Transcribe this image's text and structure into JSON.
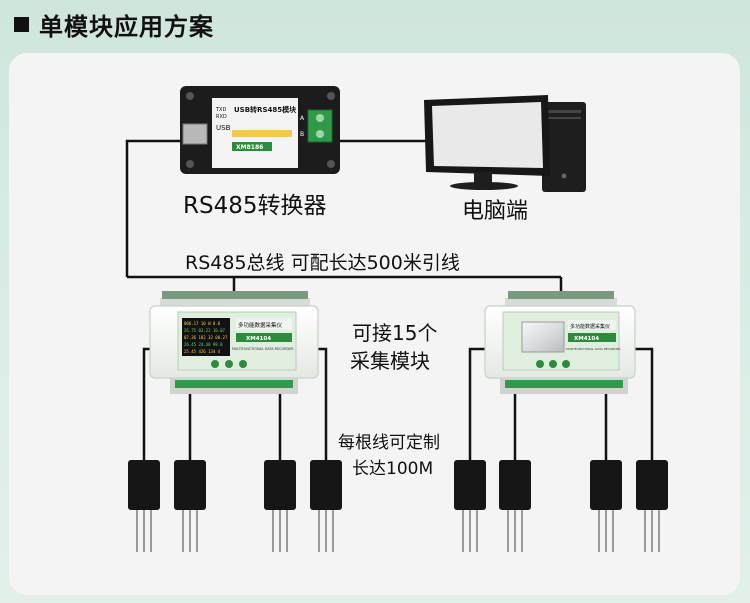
{
  "header": {
    "title": "单模块应用方案"
  },
  "converter": {
    "caption": "RS485转换器",
    "face_title": "USB转RS485模块",
    "usb_label": "USB",
    "tx_label": "TXD",
    "rx_label": "RXD",
    "a_label": "A",
    "b_label": "B",
    "model": "XM8186"
  },
  "computer": {
    "caption": "电脑端"
  },
  "bus": {
    "caption": "RS485总线 可配长达500米引线"
  },
  "modules": {
    "note_line1": "可接15个",
    "note_line2": "采集模块",
    "title": "多功能数据采集仪",
    "subtitle": "MULTIFUNCTIONAL DATA RECORDER",
    "model": "XM4104"
  },
  "sensors": {
    "note_line1": "每根线可定制",
    "note_line2": "长达100M"
  },
  "display_rows": [
    "006.17 10 W 0.8",
    "26.75 03.22 10.07",
    "07.36 102 32 00.27",
    "26.45 24.40 98.8",
    "25.45 426 134 4"
  ],
  "colors": {
    "accent_green": "#2e8b3a",
    "module_green": "#dfeede",
    "wire": "#111111"
  }
}
